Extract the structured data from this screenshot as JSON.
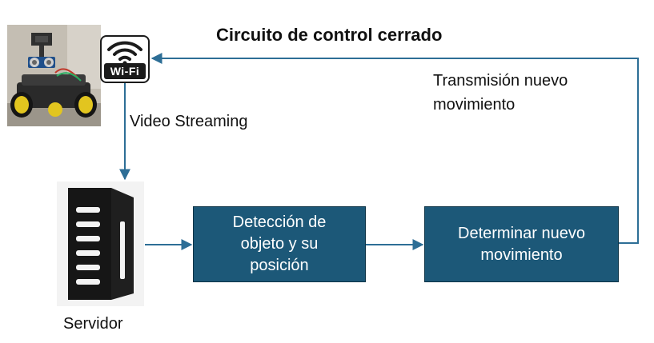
{
  "title": "Circuito de control cerrado",
  "labels": {
    "video_streaming": "Video Streaming",
    "transmission_line1": "Transmisión nuevo",
    "transmission_line2": "movimiento",
    "server": "Servidor"
  },
  "boxes": {
    "detect_line1": "Detección de",
    "detect_line2": "objeto y su",
    "detect_line3": "posición",
    "determine_line1": "Determinar nuevo",
    "determine_line2": "movimiento"
  },
  "wifi": {
    "text": "Wi-Fi"
  },
  "colors": {
    "box_fill": "#1c5878",
    "arrow": "#2d6e96",
    "text": "#111111"
  }
}
